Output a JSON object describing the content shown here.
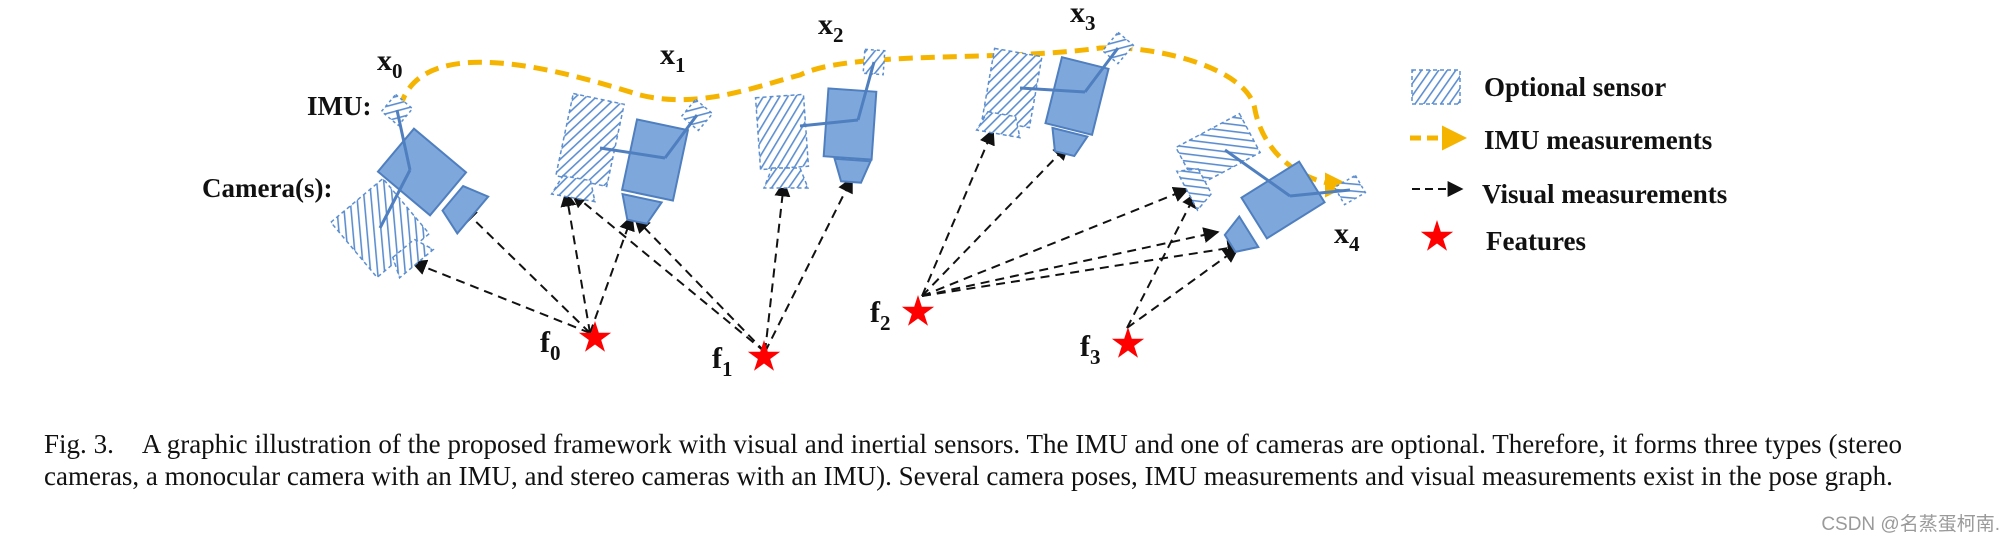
{
  "diagram": {
    "labels": {
      "imu": "IMU:",
      "cameras": "Camera(s):"
    },
    "poses": [
      {
        "base": "x",
        "sub": "0"
      },
      {
        "base": "x",
        "sub": "1"
      },
      {
        "base": "x",
        "sub": "2"
      },
      {
        "base": "x",
        "sub": "3"
      },
      {
        "base": "x",
        "sub": "4"
      }
    ],
    "features": [
      {
        "base": "f",
        "sub": "0"
      },
      {
        "base": "f",
        "sub": "1"
      },
      {
        "base": "f",
        "sub": "2"
      },
      {
        "base": "f",
        "sub": "3"
      }
    ],
    "legend": [
      {
        "icon": "optional-sensor-swatch",
        "label": "Optional sensor"
      },
      {
        "icon": "imu-arrow",
        "label": "IMU measurements"
      },
      {
        "icon": "visual-arrow",
        "label": "Visual measurements"
      },
      {
        "icon": "feature-star",
        "label": "Features"
      }
    ],
    "colors": {
      "sensor_fill": "#7ea7dc",
      "sensor_stroke": "#4f7fbf",
      "optional_hatch": "#5d8fd0",
      "imu_path": "#f5b400",
      "visual_arrow": "#111111",
      "feature_star": "#ff0000"
    }
  },
  "caption": {
    "fig_label": "Fig. 3.",
    "text": "A graphic illustration of the proposed framework with visual and inertial sensors. The IMU and one of cameras are optional. Therefore, it forms three types (stereo cameras, a monocular camera with an IMU, and stereo cameras with an IMU). Several camera poses, IMU measurements and visual measurements exist in the pose graph."
  },
  "watermark": "CSDN @名蒸蛋柯南."
}
